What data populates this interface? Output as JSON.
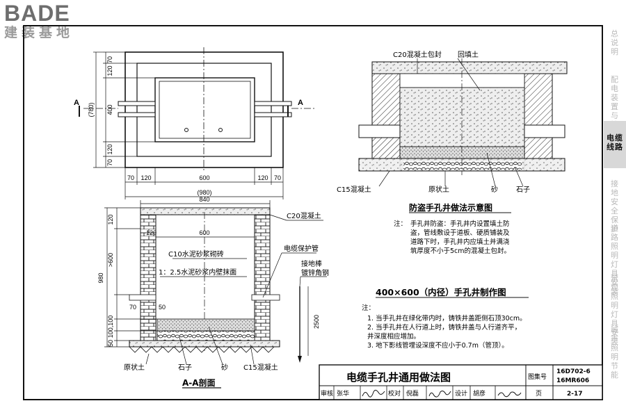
{
  "logo": {
    "brand": "BADE",
    "subtitle": "建装基地"
  },
  "sidebar": {
    "items": [
      {
        "label": "总说明",
        "active": false
      },
      {
        "label": "配电装置与控制",
        "active": false
      },
      {
        "label": "电缆线路",
        "active": true
      },
      {
        "label": "接地安全保护",
        "active": false
      },
      {
        "label": "道路照明灯具安装",
        "active": false
      },
      {
        "label": "景观照明灯具安装",
        "active": false
      },
      {
        "label": "城市照明节能",
        "active": false
      }
    ]
  },
  "plan": {
    "dims_left": [
      "70",
      "120",
      "400",
      "120",
      "70"
    ],
    "total_left": "(780)",
    "dims_bottom": [
      "70",
      "120",
      "600",
      "120",
      "70"
    ],
    "total_bottom": "(980)",
    "section_mark": "A"
  },
  "section": {
    "top_width": "840",
    "inner_width": "600",
    "dim_120_top": "120",
    "dim_120_inner": "120",
    "dim_600v": ">600",
    "dim_980": "980",
    "dim_2500": "2500",
    "dim_70": "70",
    "dim_50": "50",
    "dim_100_100": "100,100",
    "dim_50b": "50",
    "labels": {
      "c20": "C20混凝土",
      "brick": "C10水泥砂浆砌砖",
      "plaster": "1：2.5水泥砂浆内壁抹面",
      "pipe": "电缆保护管",
      "ground_rod": "接地棒",
      "angle": "镀锌角钢",
      "soil": "原状土",
      "stone": "石子",
      "sand": "砂",
      "c15": "C15混凝土",
      "title": "A-A剖面"
    }
  },
  "antitheft": {
    "label_top": "C20混凝土包封",
    "label_fill": "回填土",
    "label_c15": "C15混凝土",
    "label_soil": "原状土",
    "label_sand": "砂",
    "label_stone": "石子",
    "title": "防盗手孔井做法示意图",
    "note_head": "注：",
    "note_lines": [
      "手孔井防盗：手孔井内设置填土防",
      "盗，管线敷设于道板、硬质铺装及",
      "道路下时，手孔井内应填土并满浇",
      "筑厚度不小于5cm的混凝土包封。"
    ]
  },
  "making": {
    "title": "400×600（内径）手孔井制作图",
    "note_head": "注：",
    "notes": [
      "1. 当手孔井在绿化带内时，铸铁井盖距侧石顶30cm。",
      "2. 当手孔井在人行道上时，铸铁井盖与人行道齐平，",
      "    井深度相应增加。",
      "3. 地下影线管埋设深度不应小于0.7m（管顶）。"
    ]
  },
  "titleblock": {
    "drawing_title": "电缆手孔井通用做法图",
    "atlas_label": "图集号",
    "atlas_no_1": "16D702-6",
    "atlas_no_2": "16MR606",
    "review_label": "审核",
    "review_name": "张华",
    "check_label": "校对",
    "check_name": "倪磊",
    "design_label": "设计",
    "design_name": "胡彦",
    "page_label": "页",
    "page_no": "2-17"
  }
}
